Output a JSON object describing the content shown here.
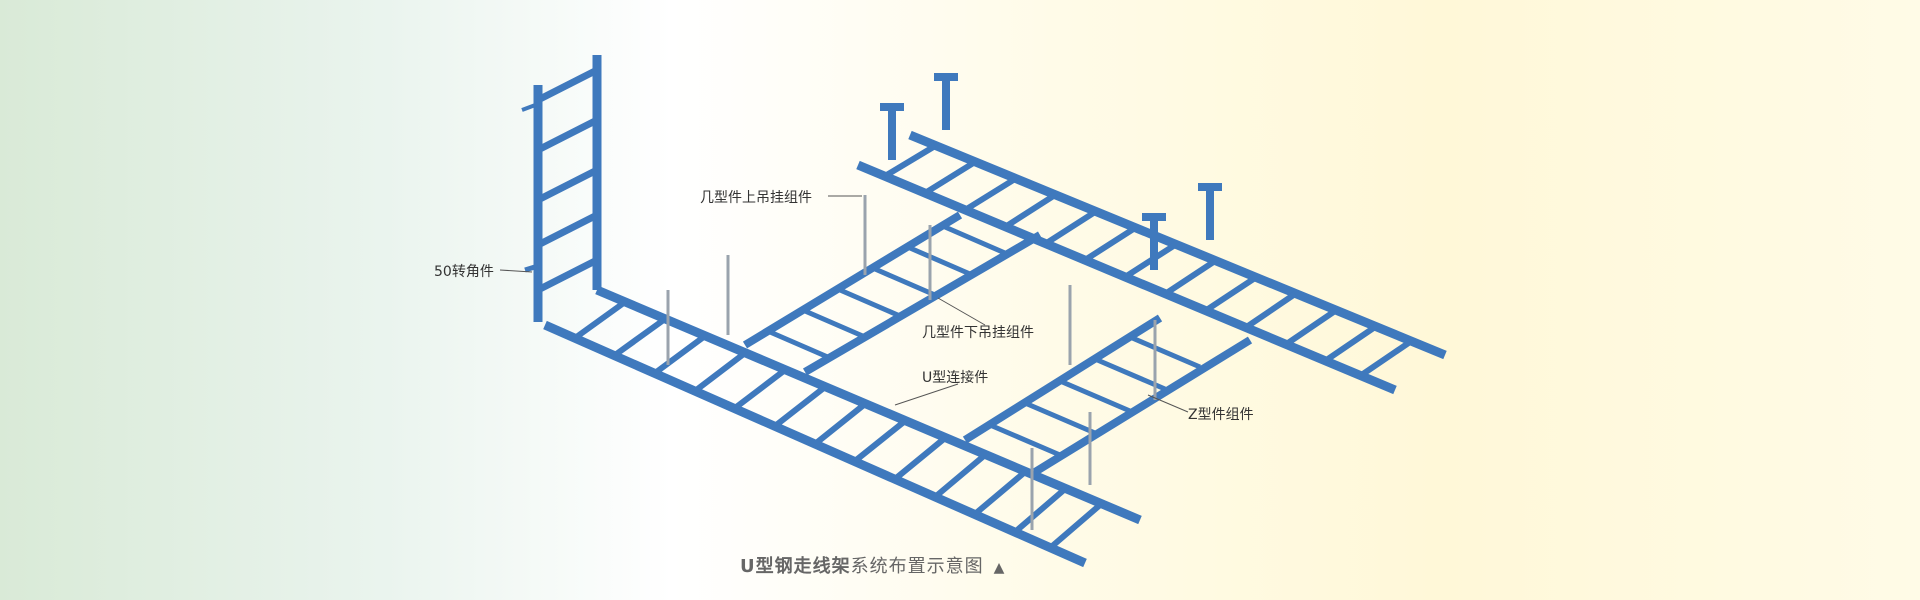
{
  "colors": {
    "steel_blue": "#3f79bd",
    "steel_blue_dark": "#2c5e9c",
    "rod_grey": "#9aa3ad",
    "callout_text": "#333333",
    "caption_text": "#666666"
  },
  "labels": {
    "corner_50": "50转角件",
    "upper_hanger": "几型件上吊挂组件",
    "lower_hanger": "几型件下吊挂组件",
    "u_connector": "U型连接件",
    "z_assembly": "Z型件组件"
  },
  "caption": {
    "bold": "U型钢走线架",
    "rest": "系统布置示意图",
    "arrow": "▲"
  }
}
